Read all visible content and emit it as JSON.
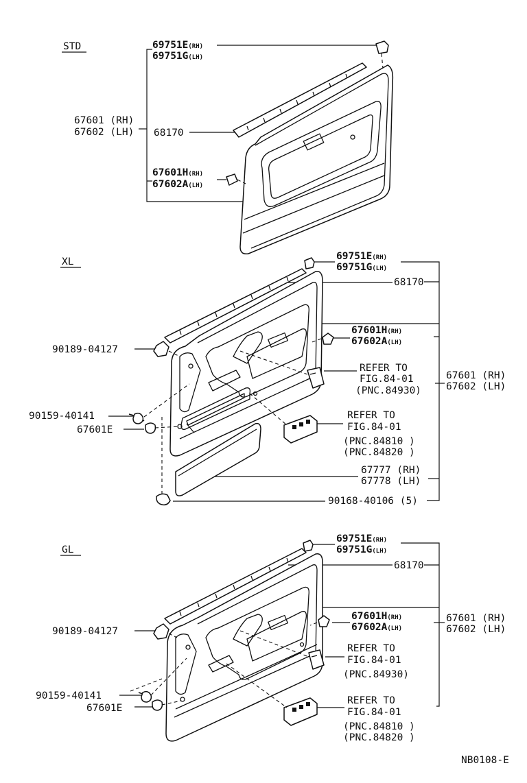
{
  "sections": {
    "std": "STD",
    "xl": "XL",
    "gl": "GL"
  },
  "std": {
    "p69751E": "69751E",
    "p69751E_sfx": "(RH)",
    "p69751G": "69751G",
    "p69751G_sfx": "(LH)",
    "p67601": "67601 (RH)",
    "p67602": "67602 (LH)",
    "p68170": "68170",
    "p67601H": "67601H",
    "p67601H_sfx": "(RH)",
    "p67602A": "67602A",
    "p67602A_sfx": "(LH)"
  },
  "xl": {
    "p69751E": "69751E",
    "p69751E_sfx": "(RH)",
    "p69751G": "69751G",
    "p69751G_sfx": "(LH)",
    "p68170": "68170",
    "p67601H": "67601H",
    "p67601H_sfx": "(RH)",
    "p67602A": "67602A",
    "p67602A_sfx": "(LH)",
    "p90189": "90189-04127",
    "refer1_a": "REFER TO",
    "refer1_b": "FIG.84-01",
    "refer1_c": "(PNC.84930)",
    "p67601": "67601 (RH)",
    "p67602": "67602 (LH)",
    "p90159": "90159-40141",
    "p67601E": "67601E",
    "refer2_a": "REFER TO",
    "refer2_b": "FIG.84-01",
    "refer2_c": "(PNC.84810 )",
    "refer2_d": "(PNC.84820 )",
    "p67777": "67777 (RH)",
    "p67778": "67778 (LH)",
    "p90168": "90168-40106 (5)"
  },
  "gl": {
    "p69751E": "69751E",
    "p69751E_sfx": "(RH)",
    "p69751G": "69751G",
    "p69751G_sfx": "(LH)",
    "p68170": "68170",
    "p67601H": "67601H",
    "p67601H_sfx": "(RH)",
    "p67602A": "67602A",
    "p67602A_sfx": "(LH)",
    "p90189": "90189-04127",
    "p67601": "67601 (RH)",
    "p67602": "67602 (LH)",
    "refer1_a": "REFER TO",
    "refer1_b": "FIG.84-01",
    "refer1_c": "(PNC.84930)",
    "p90159": "90159-40141",
    "p67601E": "67601E",
    "refer2_a": "REFER TO",
    "refer2_b": "FIG.84-01",
    "refer2_c": "(PNC.84810 )",
    "refer2_d": "(PNC.84820 )"
  },
  "footer": {
    "code": "NB0108-E"
  }
}
